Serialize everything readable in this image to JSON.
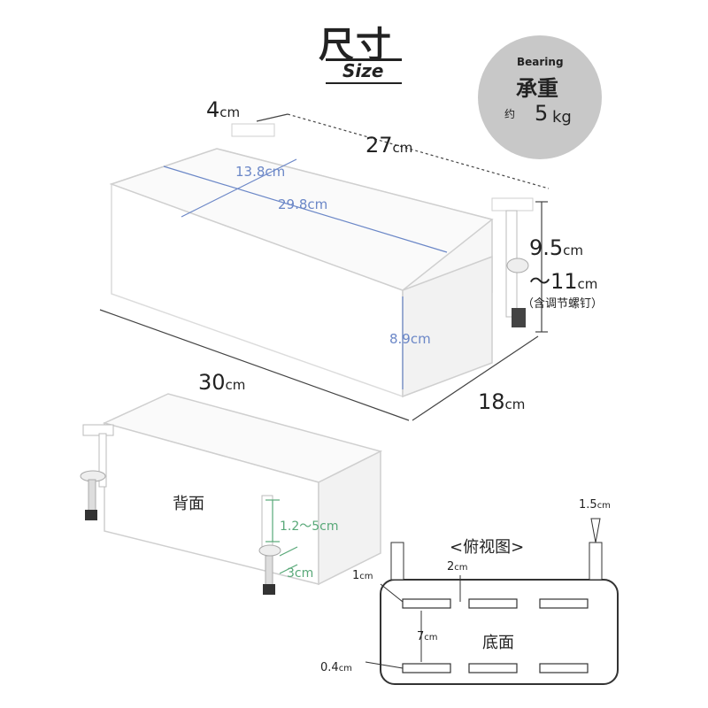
{
  "header": {
    "title": "尺寸",
    "subtitle": "Size"
  },
  "badge": {
    "bearing": "Bearing",
    "main": "承重",
    "weight_prefix": "约",
    "weight_value": "5",
    "weight_unit": "kg"
  },
  "dimensions": {
    "clamp_width": "4",
    "depth_top": "27",
    "inner_width": "13.8",
    "inner_length": "29.8",
    "height_range_1": "9.5",
    "height_range_2": "～11",
    "height_note": "（含调节螺钉）",
    "inner_height": "8.9",
    "length": "30",
    "width": "18",
    "unit_cm": "cm"
  },
  "back_view": {
    "label": "背面",
    "clamp_range": "1.2～5",
    "clamp_depth": "3"
  },
  "top_view": {
    "title": "<俯视图>",
    "bottom_label": "底面",
    "pin_length": "1.5",
    "corner": "1",
    "slot_gap": "2",
    "slot_spacing": "7",
    "slot_width": "0.4"
  },
  "colors": {
    "box_fill": "#ffffff",
    "box_stroke": "#cfcfcf",
    "inner_dim": "#6b87c7",
    "clamp_dim": "#58a878",
    "badge": "#c8c8c8"
  }
}
